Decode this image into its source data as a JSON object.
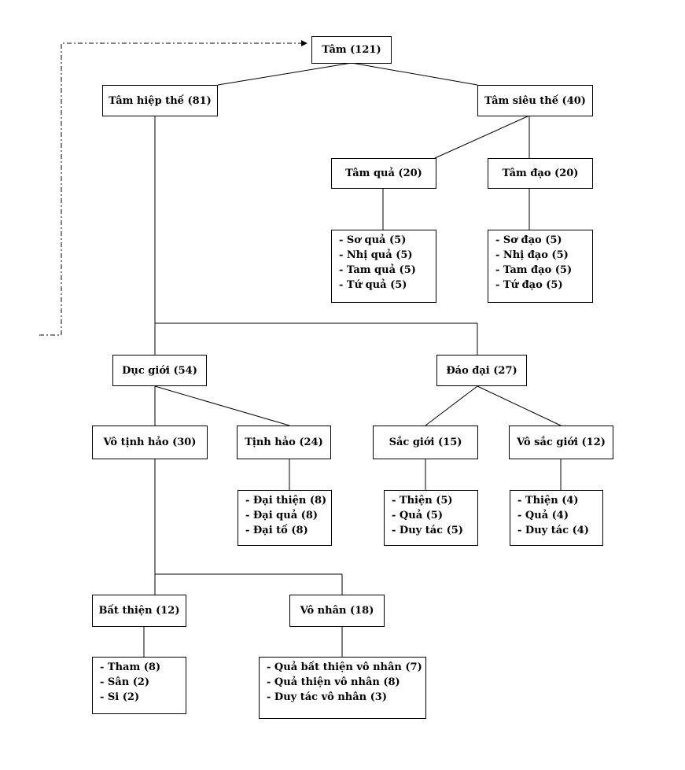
{
  "nodes": {
    "tam": "Tâm (121)",
    "hiep_the": "Tâm hiệp thế (81)",
    "sieu_the": "Tâm siêu thế (40)",
    "tam_qua": "Tâm quả (20)",
    "tam_dao": "Tâm đạo (20)",
    "duc_gioi": "Dục giới (54)",
    "dao_dai": "Đáo đại (27)",
    "vo_tinh_hao": "Vô tịnh hảo (30)",
    "tinh_hao": "Tịnh hảo (24)",
    "sac_gioi": "Sắc giới (15)",
    "vo_sac_gioi": "Vô sắc giới (12)",
    "bat_thien": "Bất thiện (12)",
    "vo_nhan": "Vô nhân (18)"
  },
  "lists": {
    "qua": [
      "- Sơ quả (5)",
      "- Nhị quả (5)",
      "- Tam quả (5)",
      "- Tứ quả (5)"
    ],
    "dao": [
      "- Sơ đạo (5)",
      "- Nhị đạo (5)",
      "- Tam đạo (5)",
      "- Tứ đạo (5)"
    ],
    "tinh_hao": [
      "- Đại thiện (8)",
      "- Đại quả (8)",
      "- Đại tố (8)"
    ],
    "sac_gioi": [
      "- Thiện (5)",
      "- Quả (5)",
      "- Duy tác (5)"
    ],
    "vo_sac_gioi": [
      "- Thiện (4)",
      "- Quả (4)",
      "- Duy tác (4)"
    ],
    "bat_thien": [
      "- Tham (8)",
      "- Sân (2)",
      "- Si (2)"
    ],
    "vo_nhan": [
      "- Quả bất thiện vô nhân (7)",
      "- Quả thiện vô nhân (8)",
      "- Duy tác vô nhân (3)"
    ]
  }
}
